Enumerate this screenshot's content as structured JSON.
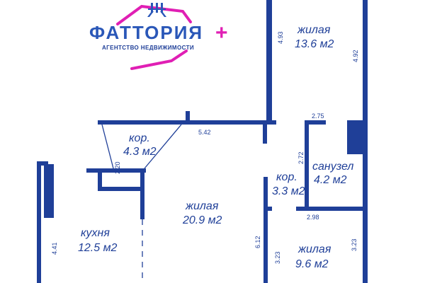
{
  "logo": {
    "name": "ФАТТОРИЯ",
    "plus": "+",
    "tagline": "АГЕНТСТВО НЕДВИЖИМОСТИ"
  },
  "colors": {
    "wall": "#1f3f98",
    "logo_text": "#2a57b8",
    "logo_accent": "#e01fb4"
  },
  "rooms": {
    "living_top_right": {
      "name": "жилая",
      "area": "13.6 м2"
    },
    "corridor_left": {
      "name": "кор.",
      "area": "4.3 м2"
    },
    "bathroom": {
      "name": "санузел",
      "area": "4.2 м2"
    },
    "corridor_right": {
      "name": "кор.",
      "area": "3.3 м2"
    },
    "living_center": {
      "name": "жилая",
      "area": "20.9 м2"
    },
    "kitchen": {
      "name": "кухня",
      "area": "12.5 м2"
    },
    "living_bottom_right": {
      "name": "жилая",
      "area": "9.6 м2"
    }
  },
  "dimensions": {
    "d_493": "4.93",
    "d_492": "4.92",
    "d_275": "2.75",
    "d_542": "5.42",
    "d_272": "2.72",
    "d_220": "2.20",
    "d_298": "2.98",
    "d_612": "6.12",
    "d_441": "4.41",
    "d_323_left": "3.23",
    "d_323_right": "3.23"
  }
}
